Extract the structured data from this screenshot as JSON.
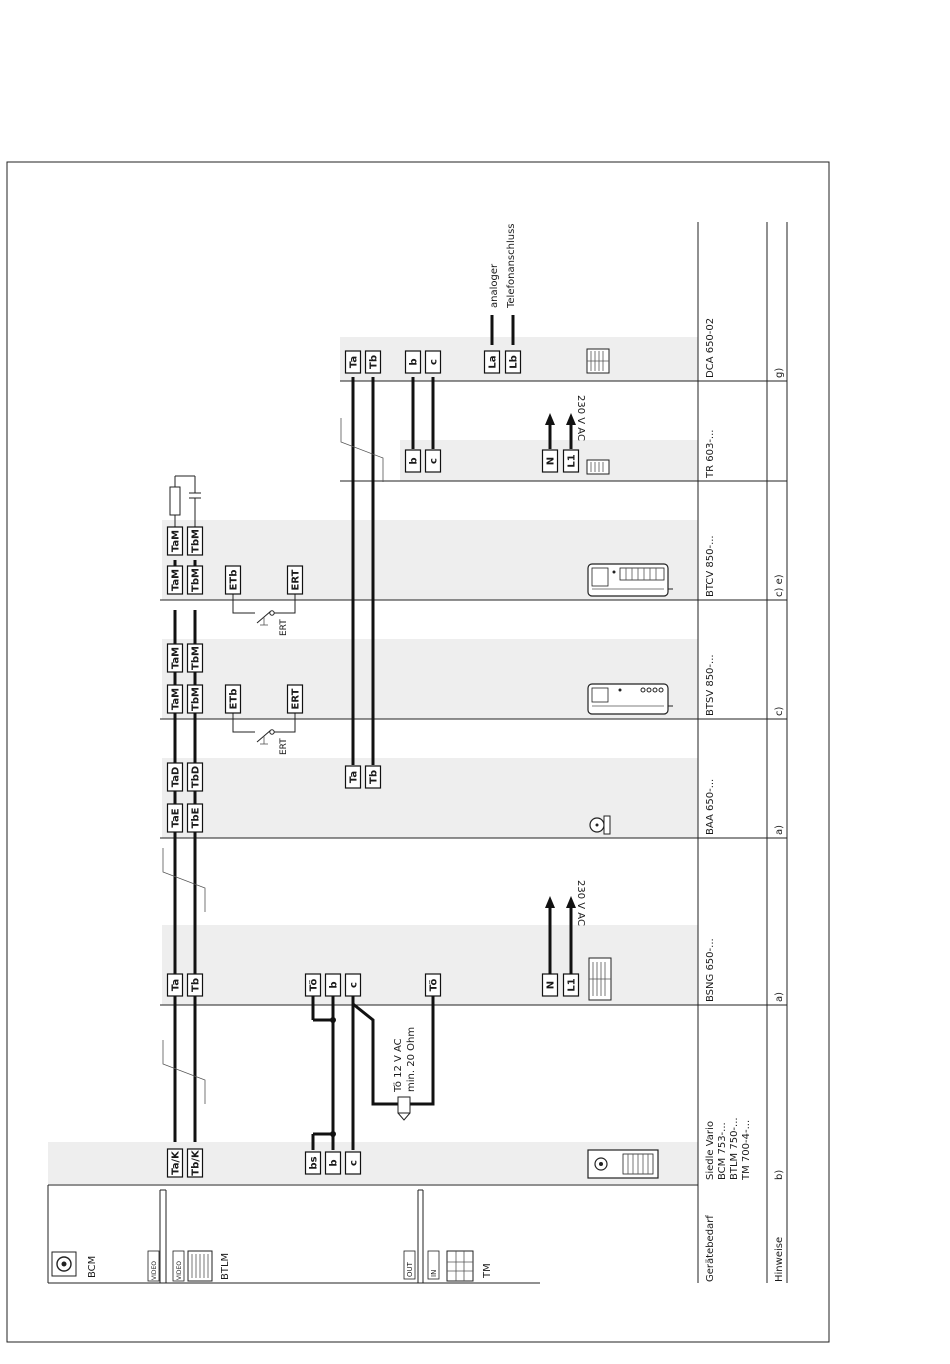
{
  "terminals": {
    "bcm": [
      "Ta/K",
      "Tb/K",
      "bs",
      "b",
      "c"
    ],
    "bsng_top": [
      "Ta",
      "Tb"
    ],
    "bsng_bottom": [
      "Tö",
      "b",
      "c",
      "Tö",
      "N",
      "L1"
    ],
    "baa_a": [
      "TaE",
      "TbE"
    ],
    "baa_b": [
      "TaD",
      "TbD"
    ],
    "baa_c": [
      "Ta",
      "Tb"
    ],
    "btsv_1": [
      "TaM",
      "TbM",
      "ETb",
      "ERT"
    ],
    "btsv_2": [
      "TaM",
      "TbM"
    ],
    "btcv_1": [
      "TaM",
      "TbM",
      "ETb",
      "ERT"
    ],
    "btcv_2": [
      "TaM",
      "TbM"
    ],
    "tr": [
      "b",
      "c",
      "N",
      "L1"
    ],
    "dca_a": [
      "Ta",
      "Tb"
    ],
    "dca_b": [
      "b",
      "c",
      "La",
      "Lb"
    ]
  },
  "labels": {
    "supply_12v": "Tö 12 V AC",
    "supply_ohm": "min. 20 Ohm",
    "mains_1": "230 V AC",
    "mains_2": "230 V AC",
    "ert_1": "ERT",
    "ert_2": "ERT",
    "phone_1": "analoger",
    "phone_2": "Telefonanschluss"
  },
  "left_devices": {
    "bcm": "BCM",
    "btlm": "BTLM",
    "tm": "TM",
    "video_1": "VIDEO",
    "video_2": "VIDEO",
    "out": "OUT",
    "in": "IN"
  },
  "table": {
    "row_geraete": "Gerätebedarf",
    "row_hinweise": "Hinweise",
    "devices": [
      {
        "lines": [
          "Siedle Vario",
          "BCM 753-...",
          "BTLM 750-...",
          "TM 700-4-..."
        ],
        "note": "b)"
      },
      {
        "lines": [
          "BSNG 650-..."
        ],
        "note": "a)"
      },
      {
        "lines": [
          "BAA 650-..."
        ],
        "note": "a)"
      },
      {
        "lines": [
          "BTSV 850-..."
        ],
        "note": "c)"
      },
      {
        "lines": [
          "BTCV 850-..."
        ],
        "note": "c) e)"
      },
      {
        "lines": [
          "TR 603-..."
        ],
        "note": ""
      },
      {
        "lines": [
          "DCA 650-02"
        ],
        "note": "g)"
      }
    ]
  }
}
